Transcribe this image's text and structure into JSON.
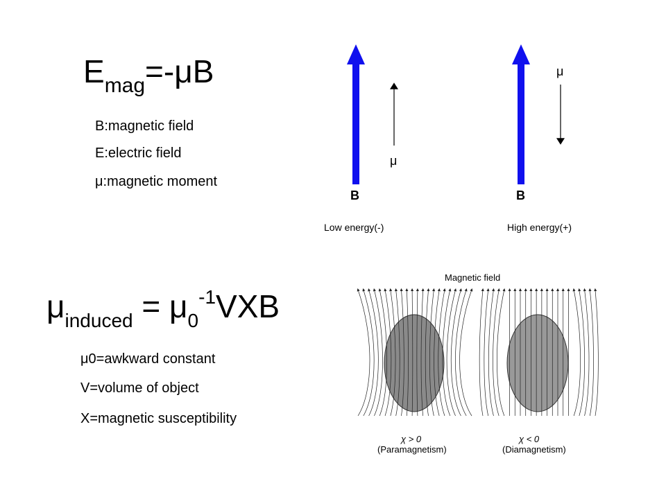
{
  "equation1": {
    "base": "E",
    "sub": "mag",
    "rest": "=-μB"
  },
  "definitions1": [
    "B:magnetic field",
    "E:electric field",
    "μ:magnetic moment"
  ],
  "left_state": {
    "field_label": "B",
    "moment_label": "μ",
    "caption": "Low energy(-)"
  },
  "right_state": {
    "field_label": "B",
    "moment_label": "μ",
    "caption": "High energy(+)"
  },
  "equation2": {
    "base": "μ",
    "sub1": "induced",
    "mid": " = μ",
    "sub2": "0",
    "sup": "-1",
    "rest": "VXB"
  },
  "definitions2": [
    "μ0=awkward constant",
    "V=volume of object",
    "X=magnetic susceptibility"
  ],
  "figure": {
    "title": "Magnetic field",
    "left_symbol": "χ > 0",
    "left_label": "(Paramagnetism)",
    "right_symbol": "χ < 0",
    "right_label": "(Diamagnetism)"
  },
  "colors": {
    "field_arrow": "#1010ee",
    "ellipse_fill": "#8a8a8a"
  }
}
